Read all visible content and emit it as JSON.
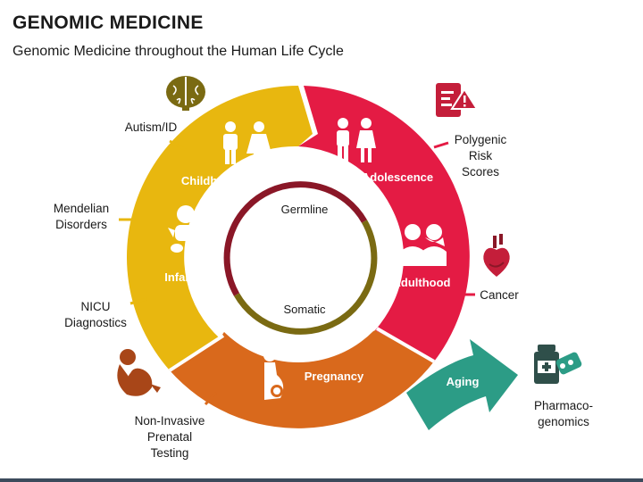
{
  "header": {
    "title": "GENOMIC MEDICINE",
    "subtitle": "Genomic Medicine throughout the Human Life Cycle"
  },
  "center": {
    "top_label": "Germline",
    "bottom_label": "Somatic"
  },
  "stages": {
    "childhood": "Childhood",
    "infancy": "Infancy",
    "adolescence": "Adolescence",
    "adulthood": "Adulthood",
    "pregnancy": "Pregnancy",
    "aging": "Aging"
  },
  "callouts": {
    "autism": "Autism/ID",
    "mendelian_1": "Mendelian",
    "mendelian_2": "Disorders",
    "nicu_1": "NICU",
    "nicu_2": "Diagnostics",
    "nipt_1": "Non-Invasive",
    "nipt_2": "Prenatal",
    "nipt_3": "Testing",
    "prs_1": "Polygenic",
    "prs_2": "Risk",
    "prs_3": "Scores",
    "cancer": "Cancer",
    "pharma_1": "Pharmaco-",
    "pharma_2": "genomics"
  },
  "colors": {
    "yellow": "#E8B70F",
    "red": "#E41B44",
    "orange": "#D9691C",
    "teal": "#2C9C86",
    "dark_red": "#8A1727",
    "olive": "#7A6A12",
    "brown": "#A84618",
    "crimson": "#C41E3A",
    "icon_dark": "#2F4F4A"
  }
}
